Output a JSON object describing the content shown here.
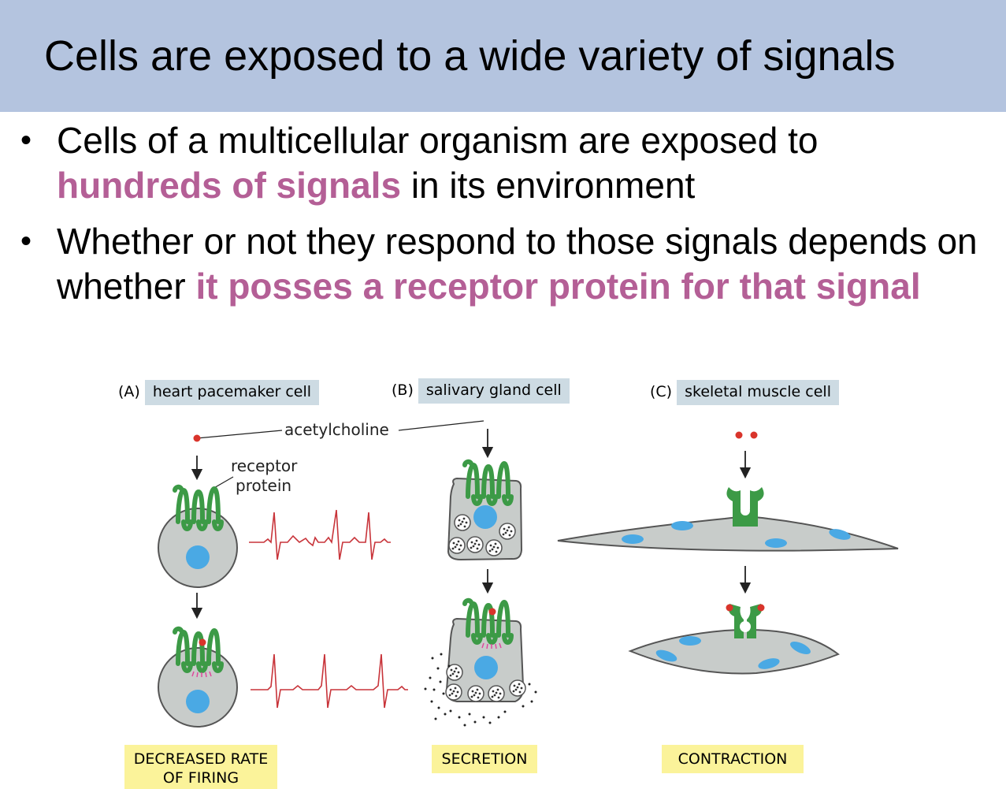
{
  "slide": {
    "title": "Cells are exposed to a wide variety of signals",
    "bullets": [
      {
        "plain1": "Cells of a multicellular organism are exposed to",
        "highlight": "hundreds of signals",
        "plain2": " in its environment"
      },
      {
        "plain1": "Whether or not they respond to those signals depends on whether ",
        "highlight": "it posses a receptor protein for that signal",
        "plain2": ""
      }
    ]
  },
  "figure": {
    "panels": [
      {
        "letter": "(A)",
        "name": "heart pacemaker cell",
        "outcome_line1": "DECREASED RATE",
        "outcome_line2": "OF FIRING"
      },
      {
        "letter": "(B)",
        "name": "salivary gland cell",
        "outcome_line1": "SECRETION",
        "outcome_line2": ""
      },
      {
        "letter": "(C)",
        "name": "skeletal muscle cell",
        "outcome_line1": "CONTRACTION",
        "outcome_line2": ""
      }
    ],
    "signal_label": "acetylcholine",
    "receptor_label_line1": "receptor",
    "receptor_label_line2": "protein",
    "colors": {
      "title_bar": "#b4c4df",
      "highlight": "#b45f96",
      "receptor": "#3c9a46",
      "cell": "#c8ccca",
      "nucleus": "#4aa9e4",
      "signal": "#d9342b",
      "trace": "#c8343a",
      "outcome_box": "#fbf39a",
      "panel_box": "#cddbe3"
    }
  }
}
